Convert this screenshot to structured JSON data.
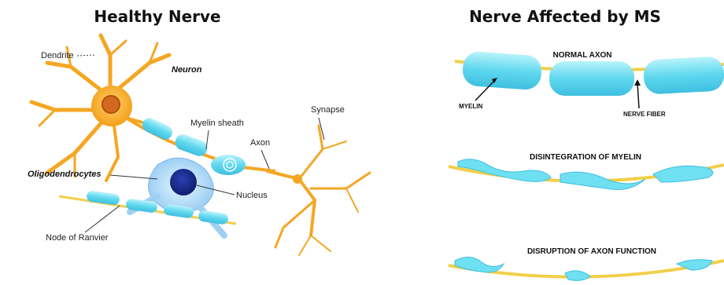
{
  "left_panel": {
    "title": "Healthy  Nerve",
    "labels": {
      "dendrite": "Dendrite",
      "neuron": "Neuron",
      "myelin_sheath": "Myelin sheath",
      "synapse": "Synapse",
      "axon": "Axon",
      "oligodendrocytes": "Oligodendrocytes",
      "nucleus": "Nucleus",
      "node_of_ranvier": "Node of Ranvier"
    }
  },
  "right_panel": {
    "title": "Nerve Affected by MS",
    "normal_axon": "NORMAL AXON",
    "myelin": "MYELIN",
    "nerve_fiber": "NERVE FIBER",
    "disintegration": "DISINTEGRATION OF MYELIN",
    "disruption": "DISRUPTION OF AXON FUNCTION"
  },
  "colors": {
    "neuron_orange": "#f5a623",
    "myelin_cyan": "#6fe0f2",
    "myelin_blue": "#9fd4f5",
    "nucleus_blue": "#1f4fc8",
    "fiber_yellow": "#f2cf4a"
  }
}
